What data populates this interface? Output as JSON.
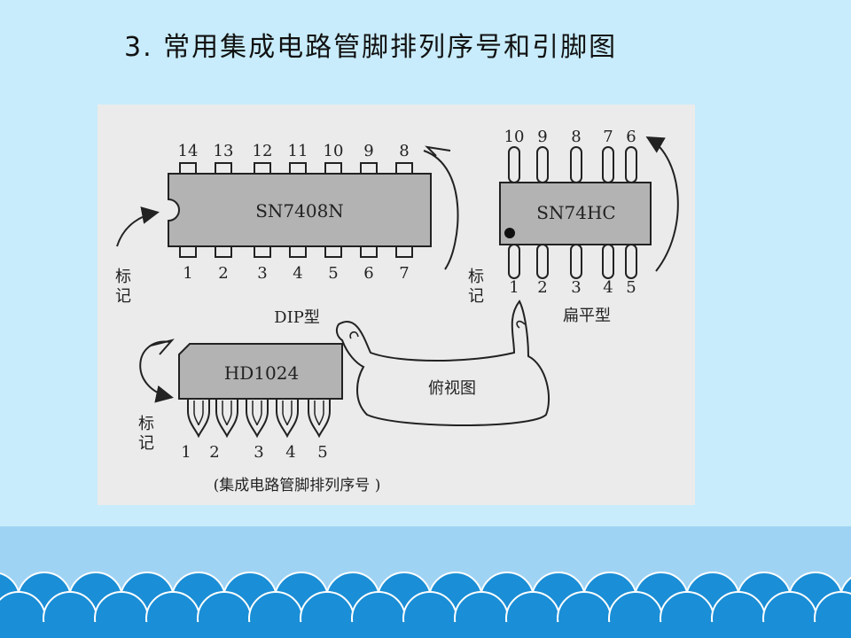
{
  "slide": {
    "title": "3. 常用集成电路管脚排列序号和引脚图"
  },
  "figure": {
    "caption": "(集成电路管脚排列序号 )",
    "top_view_label": "俯视图",
    "dip": {
      "part": "SN7408N",
      "type_label": "DIP型",
      "mark_label": "标记",
      "top_pins": [
        "14",
        "13",
        "12",
        "11",
        "10",
        "9",
        "8"
      ],
      "bottom_pins": [
        "1",
        "2",
        "3",
        "4",
        "5",
        "6",
        "7"
      ]
    },
    "flat": {
      "part": "SN74HC",
      "type_label": "扁平型",
      "mark_label": "标记",
      "top_pins": [
        "10",
        "9",
        "8",
        "7",
        "6"
      ],
      "bottom_pins": [
        "1",
        "2",
        "3",
        "4",
        "5"
      ]
    },
    "sip": {
      "part": "HD1024",
      "mark_label": "标记",
      "pins": [
        "1",
        "2",
        "3",
        "4",
        "5"
      ]
    }
  },
  "colors": {
    "background": "#c8ecfb",
    "chip_fill": "#b3b3b3",
    "figure_bg": "#ebebeb",
    "wave_light": "#9fd3f4",
    "wave_dark": "#1a8ed6"
  }
}
